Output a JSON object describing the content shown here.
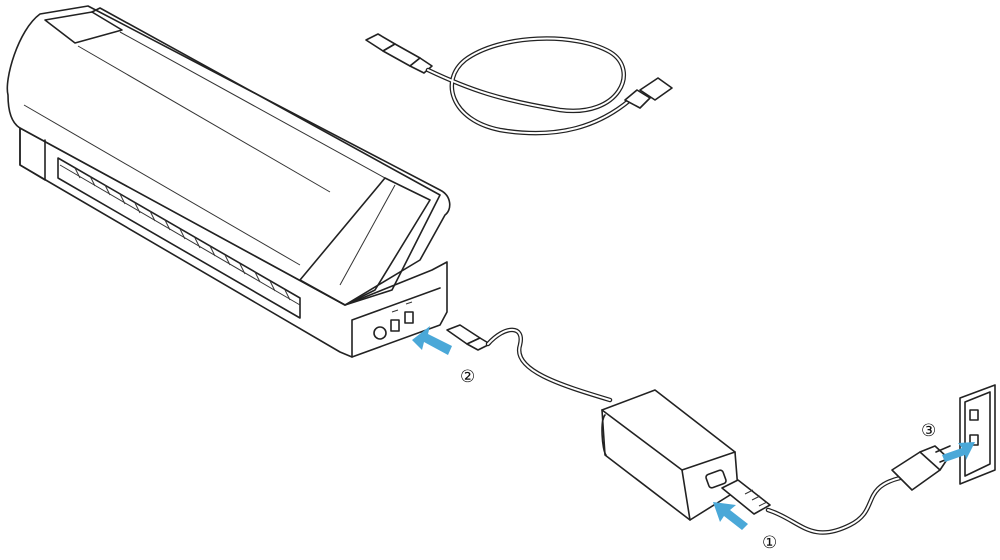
{
  "steps": [
    {
      "marker": "①",
      "arrow_color": "#4aa8d8"
    },
    {
      "marker": "②",
      "arrow_color": "#4aa8d8"
    },
    {
      "marker": "③",
      "arrow_color": "#4aa8d8"
    }
  ],
  "components": {
    "machine": "cutting-machine",
    "usb_cable": "usb-cable",
    "ac_adapter": "ac-adapter",
    "power_cord": "ac-power-cord",
    "outlet": "wall-outlet"
  }
}
